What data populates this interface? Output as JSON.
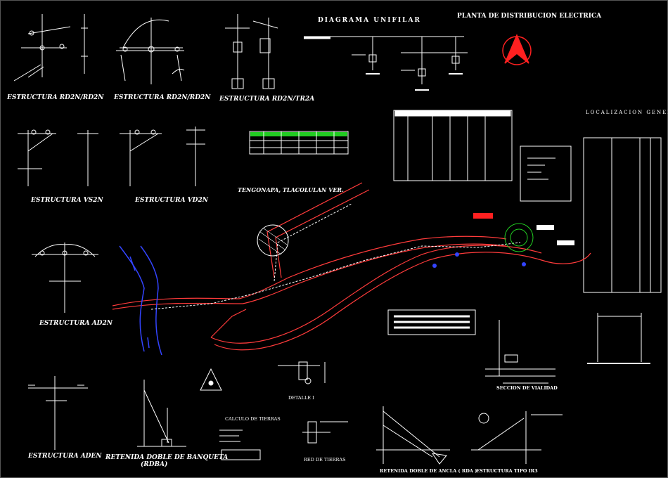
{
  "labels": {
    "e1": "ESTRUCTURA RD2N/RD2N",
    "e2": "ESTRUCTURA RD2N/RD2N",
    "e3": "ESTRUCTURA RD2N/TR2A",
    "e4": "ESTRUCTURA VS2N",
    "e5": "ESTRUCTURA VD2N",
    "e6": "ESTRUCTURA AD2N",
    "e7": "ESTRUCTURA ADEN",
    "e8a": "RETENIDA DOBLE DE BANQUETA",
    "e8b": "(RDBA)",
    "e9": "RETENIDA DOBLE DE ANCLA ( RDA )",
    "e10": "ESTRUCTURA TIPO IR3"
  },
  "titles": {
    "unifilar": "DIAGRAMA UNIFILAR",
    "planta": "PLANTA DE DISTRIBUCION ELECTRICA",
    "localizacion": "LOCALIZACION GENERAL",
    "lugar": "TENGONAPA, TLACOLULAN VER.",
    "detalle": "DETALLE I",
    "seccion": "SECCION DE VIALIDAD",
    "calculo": "CALCULO DE TIERRAS",
    "red": "RED DE TIERRAS"
  },
  "colors": {
    "background": "#000000",
    "line": "#ffffff",
    "road": "#ff3b3b",
    "river": "#3344ff",
    "green": "#22cc22",
    "accent_red": "#ff2020"
  }
}
